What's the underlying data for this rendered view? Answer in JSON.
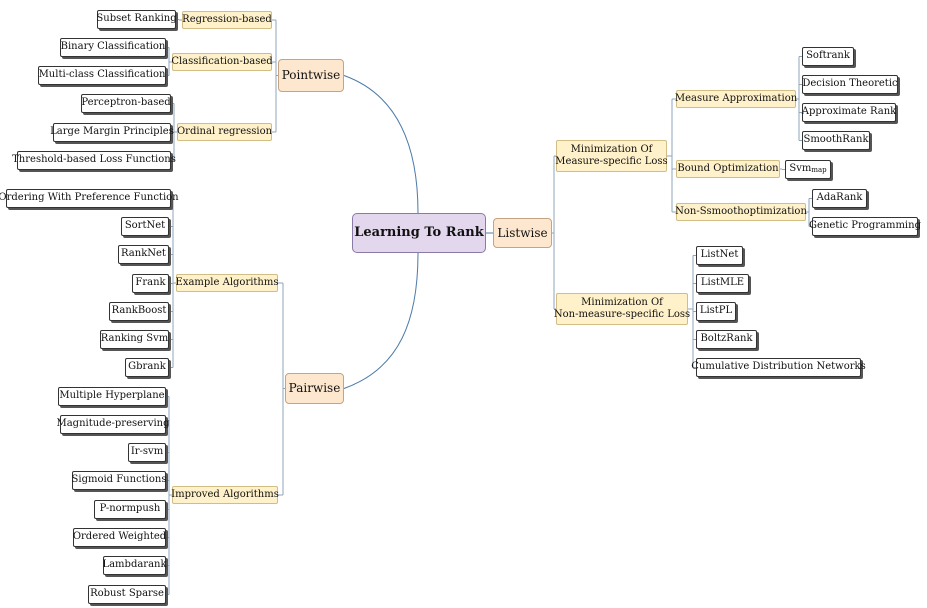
{
  "root": "Learning To Rank",
  "branches": {
    "pointwise": {
      "label": "Pointwise",
      "groups": {
        "regression": {
          "label": "Regression-based",
          "items": [
            "Subset Ranking"
          ]
        },
        "classification": {
          "label": "Classification-based",
          "items": [
            "Binary Classification",
            "Multi-class Classification"
          ]
        },
        "ordinal": {
          "label": "Ordinal regression",
          "items": [
            "Perceptron-based",
            "Large Margin Principles",
            "Threshold-based Loss Functions"
          ]
        }
      }
    },
    "pairwise": {
      "label": "Pairwise",
      "groups": {
        "example": {
          "label": "Example Algorithms",
          "items": [
            "Ordering With Preference Function",
            "SortNet",
            "RankNet",
            "Frank",
            "RankBoost",
            "Ranking Svm",
            "Gbrank"
          ]
        },
        "improved": {
          "label": "Improved Algorithms",
          "items": [
            "Multiple Hyperplane",
            "Magnitude-preserving",
            "Ir-svm",
            "Sigmoid Functions",
            "P-normpush",
            "Ordered Weighted",
            "Lambdarank",
            "Robust Sparse"
          ]
        }
      }
    },
    "listwise": {
      "label": "Listwise",
      "groups": {
        "measure": {
          "label_line1": "Minimization Of",
          "label_line2": "Measure-specific Loss",
          "sub": {
            "approx": {
              "label": "Measure Approximation",
              "items": [
                "Softrank",
                "Decision Theoretic",
                "Approximate Rank",
                "SmoothRank"
              ]
            },
            "bound": {
              "label": "Bound Optimization",
              "item_base": "Svm",
              "item_sup": "map"
            },
            "nonsmooth": {
              "label": "Non-Ssmoothoptimization",
              "items": [
                "AdaRank",
                "Genetic Programming"
              ]
            }
          }
        },
        "nonmeasure": {
          "label_line1": "Minimization Of",
          "label_line2": "Non-measure-specific Loss",
          "items": [
            "ListNet",
            "ListMLE",
            "ListPL",
            "BoltzRank",
            "Cumulative Distribution Networks"
          ]
        }
      }
    }
  }
}
